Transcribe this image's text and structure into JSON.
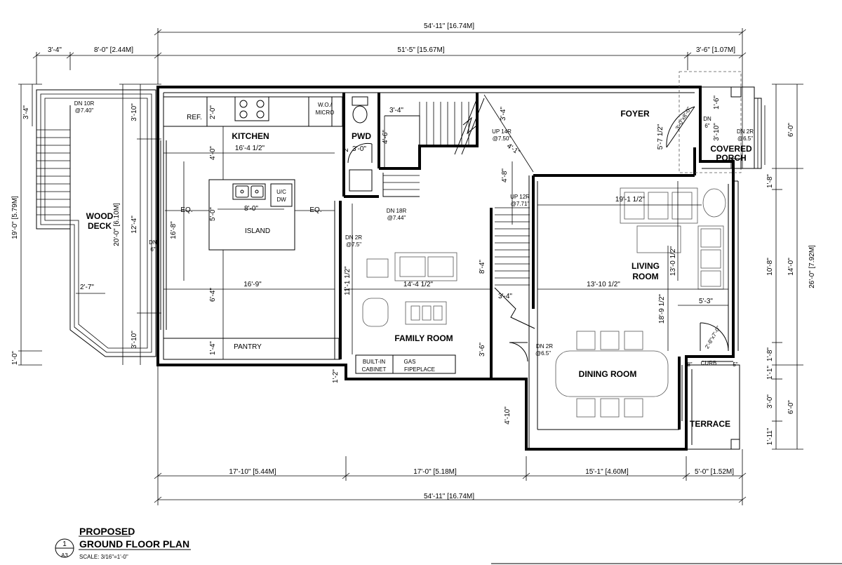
{
  "overall": {
    "top_width": "54'-11\" [16.74M]",
    "bottom_width": "54'-11\" [16.74M]",
    "deck_offset": "3'-4\"",
    "deck_width": "8'-0\" [2.44M]",
    "main_width": "51'-5\" [15.67M]",
    "porch_width": "3'-6\" [1.07M]",
    "bottom_seg1": "17'-10\" [5.44M]",
    "bottom_seg2": "17'-0\" [5.18M]",
    "bottom_seg3": "15'-1\" [4.60M]",
    "bottom_seg4": "5'-0\" [1.52M]"
  },
  "left_dims": {
    "d1": "3'-4\"",
    "d2": "19'-0\" [5.79M]",
    "d3": "1'-0\"",
    "d4": "20'-0\" [6.10M]",
    "d5": "3'-10\"",
    "d6": "12'-4\"",
    "d7": "3'-10\""
  },
  "right_dims": {
    "r1": "6'-0\"",
    "r2": "1'-8\"",
    "r3": "10'-8\"",
    "r4": "14'-0\"",
    "r5": "26'-0\" [7.92M]",
    "r6": "1'-8\"",
    "r7": "1'-1\"",
    "r8": "3'-0\"",
    "r9": "6'-0\"",
    "r10": "1'-11\""
  },
  "rooms": {
    "kitchen": "KITCHEN",
    "wood_deck": "WOOD\nDECK",
    "wood_deck_line1": "WOOD",
    "wood_deck_line2": "DECK",
    "pwd": "PWD",
    "foyer": "FOYER",
    "covered_porch_line1": "COVERED",
    "covered_porch_line2": "PORCH",
    "living_line1": "LIVING",
    "living_line2": "ROOM",
    "family": "FAMILY ROOM",
    "dining": "DINING ROOM",
    "terrace": "TERRACE",
    "island": "ISLAND",
    "pantry": "PANTRY"
  },
  "fixtures": {
    "ref": "REF.",
    "wo_micro_1": "W.O./",
    "wo_micro_2": "MICRO",
    "uc_dw_1": "U/C",
    "uc_dw_2": "DW",
    "eq_left": "EQ.",
    "eq_right": "EQ.",
    "builtin_1": "BUILT-IN",
    "builtin_2": "CABINET",
    "gas_1": "GAS",
    "gas_2": "FIPEPLACE"
  },
  "annotations": {
    "deck_dn_1": "DN 10R",
    "deck_dn_2": "@7.40\"",
    "up14_1": "UP 14R",
    "up14_2": "@7.50\"",
    "dn18_1": "DN 18R",
    "dn18_2": "@7.44\"",
    "up12_1": "UP 12R",
    "up12_2": "@7.71\"",
    "dn2_family_1": "DN 2R",
    "dn2_family_2": "@7.5\"",
    "dn2_dining_1": "DN 2R",
    "dn2_dining_2": "@6.5\"",
    "dn2_porch_1": "DN 2R",
    "dn2_porch_2": "@6.5\"",
    "dn6_1": "DN",
    "dn6_2": "6\"",
    "porch_dn_1": "DN",
    "porch_dn_2": "6\"",
    "curb": "CURB"
  },
  "interior_dims": {
    "kitchen_width": "16'-4 1/2\"",
    "island_width": "8'-0\"",
    "kitchen_depth": "16'-8\"",
    "kitchen_lower": "16'-9\"",
    "k_4_0": "4'-0\"",
    "k_5_0": "5'-0\"",
    "k_6_4": "6'-4\"",
    "k_1_4": "1'-4\"",
    "k_2_0": "2'-0\"",
    "k_3_10": "3'-10\"",
    "pwd_3_4": "3'-4\"",
    "pwd_4_6": "4'-6\"",
    "pwd_3_0": "3'-0\"",
    "pwd_2": "2\"",
    "stair_3_4": "3'-4\"",
    "foyer_4_1": "4'-1\"",
    "foyer_4_8": "4'-8\"",
    "foyer_5_7": "5'-7 1/2\"",
    "porch_3_10": "3'-10\"",
    "porch_1_6": "1'-6\"",
    "porch_door": "3'-0\"x8'-0\"",
    "family_width": "14'-4 1/2\"",
    "family_11": "11'-1 1/2\"",
    "family_8_4": "8'-4\"",
    "family_3_4": "3'-4\"",
    "family_3_6": "3'-6\"",
    "family_1_2": "1'-2\"",
    "dining_4_10": "4'-10\"",
    "living_19": "19'-1 1/2\"",
    "living_13_10": "13'-10 1/2\"",
    "living_13_0": "13'-0 1/2\"",
    "living_18_9": "18'-9 1/2\"",
    "living_5_3": "5'-3\"",
    "terrace_door": "2'-8\"x7'-0\"",
    "terrace_8": "8\"",
    "terrace_5": "5\"",
    "deck_2_7": "2'-7\""
  },
  "title_block": {
    "line1": "PROPOSED",
    "line2": "GROUND FLOOR PLAN",
    "scale": "SCALE: 3/16\"=1'-0\"",
    "number": "1",
    "sheet": "A3"
  }
}
